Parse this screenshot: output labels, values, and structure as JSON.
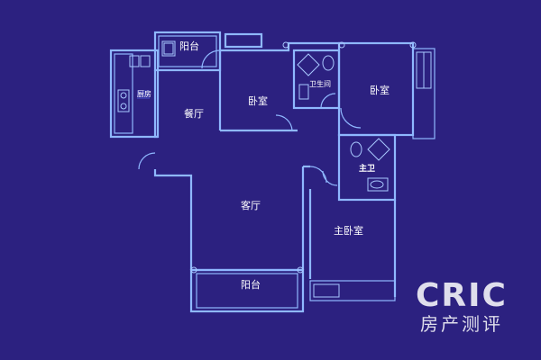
{
  "rooms": {
    "balcony_top": "阳台",
    "dining": "餐厅",
    "bedroom_1": "卧室",
    "bathroom": "卫生间",
    "bedroom_2": "卧室",
    "kitchen": "厨房",
    "master_bath": "主卫",
    "living": "客厅",
    "master_bedroom": "主卧室",
    "balcony_bottom": "阳台"
  },
  "logo": {
    "main": "CRIC",
    "sub": "房产测评"
  },
  "colors": {
    "background": "#2c2180",
    "walls": "#8fb8ff",
    "label": "#ffffff"
  }
}
